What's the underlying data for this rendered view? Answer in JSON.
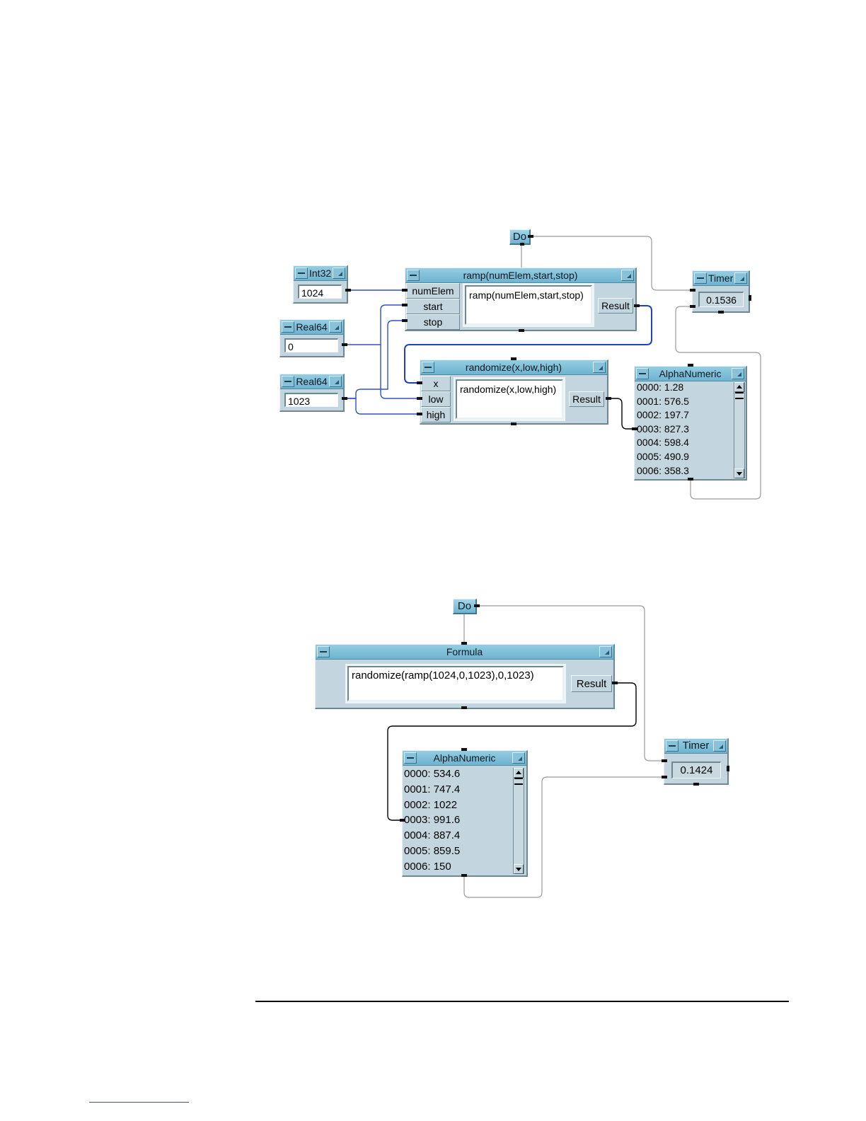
{
  "diagram1": {
    "do_label": "Do",
    "int32": {
      "title": "Int32",
      "value": "1024"
    },
    "real64_start": {
      "title": "Real64",
      "value": "0"
    },
    "real64_stop": {
      "title": "Real64",
      "value": "1023"
    },
    "ramp": {
      "title": "ramp(numElem,start,stop)",
      "inputs": [
        "numElem",
        "start",
        "stop"
      ],
      "expression": "ramp(numElem,start,stop)",
      "output": "Result"
    },
    "randomize": {
      "title": "randomize(x,low,high)",
      "inputs": [
        "x",
        "low",
        "high"
      ],
      "expression": "randomize(x,low,high)",
      "output": "Result"
    },
    "timer": {
      "title": "Timer",
      "value": "0.1536"
    },
    "alpha": {
      "title": "AlphaNumeric",
      "rows": [
        "0000: 1.28",
        "0001: 576.5",
        "0002: 197.7",
        "0003: 827.3",
        "0004: 598.4",
        "0005: 490.9",
        "0006: 358.3"
      ]
    }
  },
  "diagram2": {
    "do_label": "Do",
    "formula": {
      "title": "Formula",
      "expression": "randomize(ramp(1024,0,1023),0,1023)",
      "output": "Result"
    },
    "alpha": {
      "title": "AlphaNumeric",
      "rows": [
        "0000: 534.6",
        "0001: 747.4",
        "0002: 1022",
        "0003: 991.6",
        "0004: 887.4",
        "0005: 859.5",
        "0006: 150"
      ]
    },
    "timer": {
      "title": "Timer",
      "value": "0.1424"
    }
  },
  "colors": {
    "object_body": "#c3d5de",
    "titlebar": "#7fbfd9",
    "data_wire": "#3050c8",
    "control_wire": "#9a9a9a"
  }
}
